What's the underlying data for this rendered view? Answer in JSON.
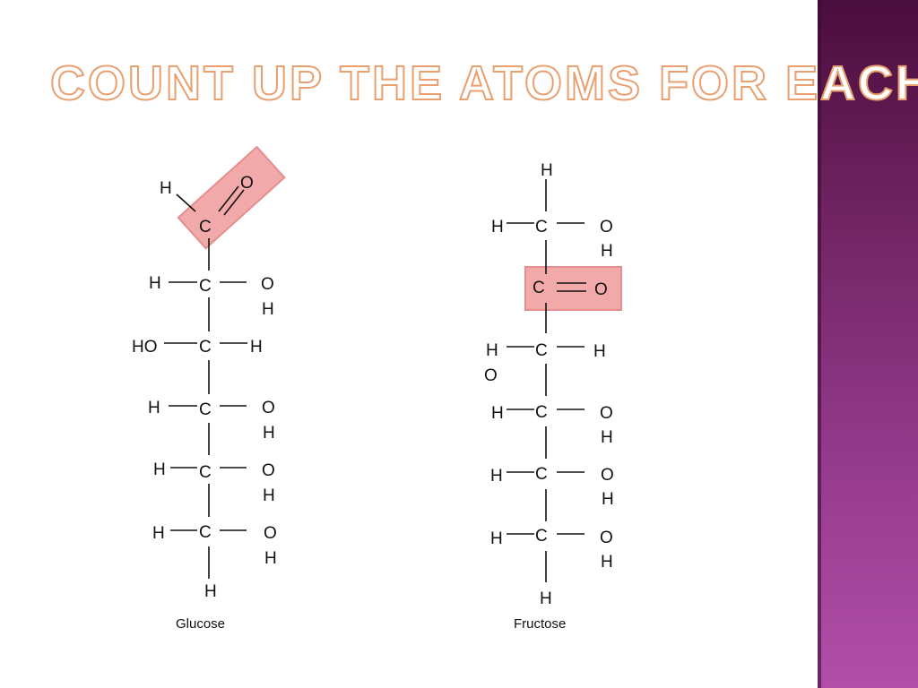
{
  "slide": {
    "title": "COUNT UP THE ATOMS FOR EACH"
  },
  "colors": {
    "highlight": "#f2a9a9",
    "highlight_border": "#e48e8e",
    "sidebar_top": "#4a0d3c",
    "sidebar_bottom": "#b14fa8",
    "title_outline": "#e8a070"
  },
  "glucose": {
    "caption": "Glucose",
    "atoms": {
      "top_h": "H",
      "top_o": "O",
      "c1": "C",
      "r2_h": "H",
      "c2": "C",
      "r2_o": "O",
      "r2_oh_h": "H",
      "r3_ho": "HO",
      "c3": "C",
      "r3_h": "H",
      "r4_h": "H",
      "c4": "C",
      "r4_o": "O",
      "r4_oh_h": "H",
      "r5_h": "H",
      "c5": "C",
      "r5_o": "O",
      "r5_oh_h": "H",
      "r6_h": "H",
      "c6": "C",
      "r6_o": "O",
      "r6_oh_h": "H",
      "bottom_h": "H"
    }
  },
  "fructose": {
    "caption": "Fructose",
    "atoms": {
      "top_h": "H",
      "r1_h": "H",
      "c1": "C",
      "r1_o": "O",
      "r1_oh_h": "H",
      "c2": "C",
      "r2_o": "O",
      "r3_h": "H",
      "r3_ho_o": "O",
      "c3": "C",
      "r3_h_right": "H",
      "r4_h": "H",
      "c4": "C",
      "r4_o": "O",
      "r4_oh_h": "H",
      "r5_h": "H",
      "c5": "C",
      "r5_o": "O",
      "r5_oh_h": "H",
      "r6_h": "H",
      "c6": "C",
      "r6_o": "O",
      "r6_oh_h": "H",
      "bottom_h": "H"
    }
  }
}
